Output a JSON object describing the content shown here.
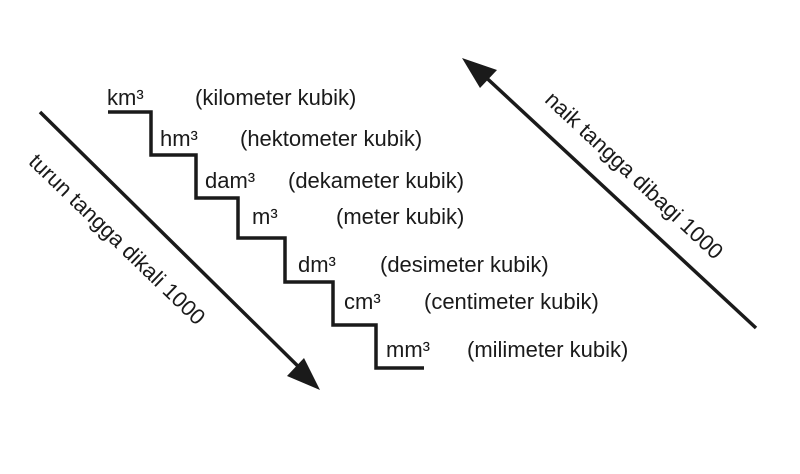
{
  "units": [
    {
      "symbol": "km³",
      "name": "(kilometer kubik)"
    },
    {
      "symbol": "hm³",
      "name": "(hektometer kubik)"
    },
    {
      "symbol": "dam³",
      "name": "(dekameter kubik)"
    },
    {
      "symbol": "m³",
      "name": "(meter kubik)"
    },
    {
      "symbol": "dm³",
      "name": "(desimeter kubik)"
    },
    {
      "symbol": "cm³",
      "name": "(centimeter kubik)"
    },
    {
      "symbol": "mm³",
      "name": "(milimeter kubik)"
    }
  ],
  "arrows": {
    "down_label": "turun tangga dikali 1000",
    "up_label": "naik tangga dibagi 1000"
  },
  "colors": {
    "ink": "#1a1a1a",
    "background": "#ffffff"
  }
}
